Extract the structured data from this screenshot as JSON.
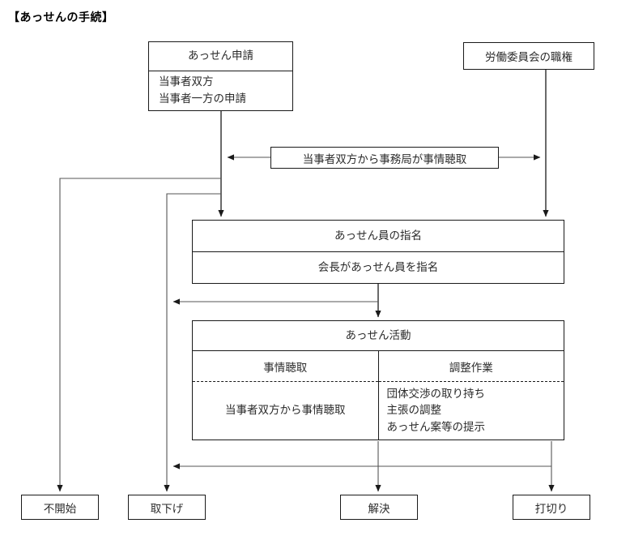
{
  "title": "【あっせんの手続】",
  "nodes": {
    "application": {
      "header": "あっせん申請",
      "body": "当事者双方\n当事者一方の申請"
    },
    "authority": {
      "label": "労働委員会の職権"
    },
    "hearing_secretariat": {
      "label": "当事者双方から事務局が事情聴取"
    },
    "designation": {
      "header": "あっせん員の指名",
      "body": "会長があっせん員を指名"
    },
    "activity": {
      "header": "あっせん活動",
      "columns": [
        {
          "head": "事情聴取",
          "body": "当事者双方から事情聴取"
        },
        {
          "head": "調整作業",
          "body": "団体交渉の取り持ち\n主張の調整\nあっせん案等の提示"
        }
      ]
    }
  },
  "terminals": [
    {
      "label": "不開始"
    },
    {
      "label": "取下げ"
    },
    {
      "label": "解決"
    },
    {
      "label": "打切り"
    }
  ],
  "colors": {
    "stroke": "#1a1a1a",
    "thin_stroke": "#555555",
    "text": "#2b2b2b",
    "background": "#ffffff"
  }
}
